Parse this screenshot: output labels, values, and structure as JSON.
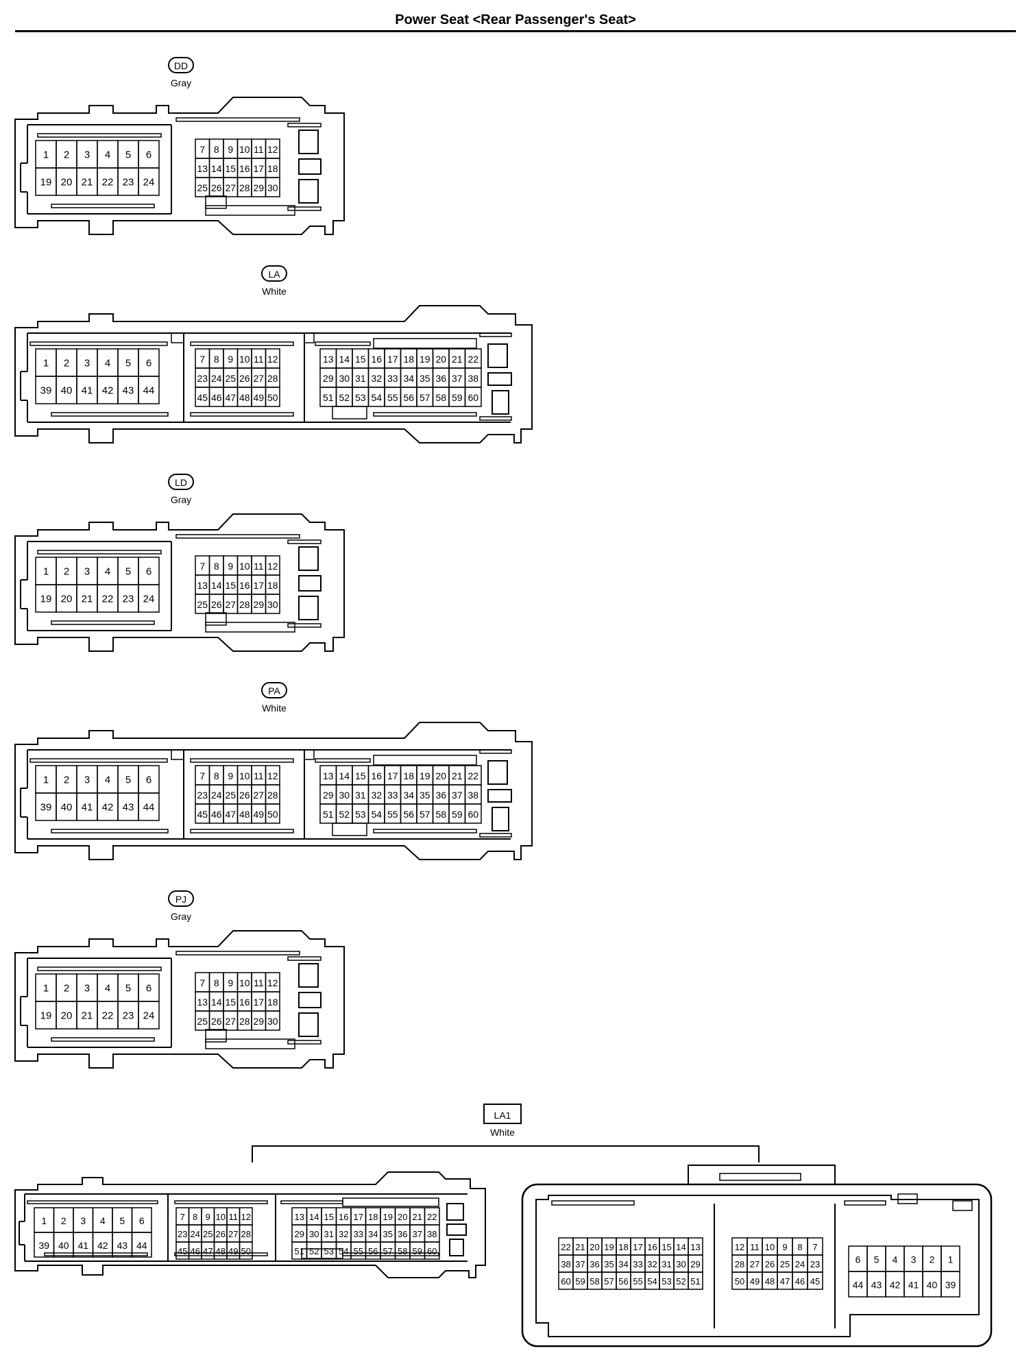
{
  "page": {
    "title": "Power Seat <Rear Passenger's Seat>"
  },
  "connectors": [
    {
      "id": "DD",
      "color": "Gray",
      "type": "30",
      "groups": [
        [
          [
            "1",
            "2",
            "3",
            "4",
            "5",
            "6"
          ],
          [
            "19",
            "20",
            "21",
            "22",
            "23",
            "24"
          ]
        ],
        [
          [
            "7",
            "8",
            "9",
            "10",
            "11",
            "12"
          ],
          [
            "13",
            "14",
            "15",
            "16",
            "17",
            "18"
          ],
          [
            "25",
            "26",
            "27",
            "28",
            "29",
            "30"
          ]
        ]
      ]
    },
    {
      "id": "LA",
      "color": "White",
      "type": "60",
      "groups": [
        [
          [
            "1",
            "2",
            "3",
            "4",
            "5",
            "6"
          ],
          [
            "39",
            "40",
            "41",
            "42",
            "43",
            "44"
          ]
        ],
        [
          [
            "7",
            "8",
            "9",
            "10",
            "11",
            "12"
          ],
          [
            "23",
            "24",
            "25",
            "26",
            "27",
            "28"
          ],
          [
            "45",
            "46",
            "47",
            "48",
            "49",
            "50"
          ]
        ],
        [
          [
            "13",
            "14",
            "15",
            "16",
            "17",
            "18",
            "19",
            "20",
            "21",
            "22"
          ],
          [
            "29",
            "30",
            "31",
            "32",
            "33",
            "34",
            "35",
            "36",
            "37",
            "38"
          ],
          [
            "51",
            "52",
            "53",
            "54",
            "55",
            "56",
            "57",
            "58",
            "59",
            "60"
          ]
        ]
      ]
    },
    {
      "id": "LD",
      "color": "Gray",
      "type": "30",
      "groups": [
        [
          [
            "1",
            "2",
            "3",
            "4",
            "5",
            "6"
          ],
          [
            "19",
            "20",
            "21",
            "22",
            "23",
            "24"
          ]
        ],
        [
          [
            "7",
            "8",
            "9",
            "10",
            "11",
            "12"
          ],
          [
            "13",
            "14",
            "15",
            "16",
            "17",
            "18"
          ],
          [
            "25",
            "26",
            "27",
            "28",
            "29",
            "30"
          ]
        ]
      ]
    },
    {
      "id": "PA",
      "color": "White",
      "type": "60",
      "groups": [
        [
          [
            "1",
            "2",
            "3",
            "4",
            "5",
            "6"
          ],
          [
            "39",
            "40",
            "41",
            "42",
            "43",
            "44"
          ]
        ],
        [
          [
            "7",
            "8",
            "9",
            "10",
            "11",
            "12"
          ],
          [
            "23",
            "24",
            "25",
            "26",
            "27",
            "28"
          ],
          [
            "45",
            "46",
            "47",
            "48",
            "49",
            "50"
          ]
        ],
        [
          [
            "13",
            "14",
            "15",
            "16",
            "17",
            "18",
            "19",
            "20",
            "21",
            "22"
          ],
          [
            "29",
            "30",
            "31",
            "32",
            "33",
            "34",
            "35",
            "36",
            "37",
            "38"
          ],
          [
            "51",
            "52",
            "53",
            "54",
            "55",
            "56",
            "57",
            "58",
            "59",
            "60"
          ]
        ]
      ]
    },
    {
      "id": "PJ",
      "color": "Gray",
      "type": "30",
      "groups": [
        [
          [
            "1",
            "2",
            "3",
            "4",
            "5",
            "6"
          ],
          [
            "19",
            "20",
            "21",
            "22",
            "23",
            "24"
          ]
        ],
        [
          [
            "7",
            "8",
            "9",
            "10",
            "11",
            "12"
          ],
          [
            "13",
            "14",
            "15",
            "16",
            "17",
            "18"
          ],
          [
            "25",
            "26",
            "27",
            "28",
            "29",
            "30"
          ]
        ]
      ]
    }
  ],
  "la1": {
    "id": "LA1",
    "color": "White",
    "male_groups": [
      [
        [
          "1",
          "2",
          "3",
          "4",
          "5",
          "6"
        ],
        [
          "39",
          "40",
          "41",
          "42",
          "43",
          "44"
        ]
      ],
      [
        [
          "7",
          "8",
          "9",
          "10",
          "11",
          "12"
        ],
        [
          "23",
          "24",
          "25",
          "26",
          "27",
          "28"
        ],
        [
          "45",
          "46",
          "47",
          "48",
          "49",
          "50"
        ]
      ],
      [
        [
          "13",
          "14",
          "15",
          "16",
          "17",
          "18",
          "19",
          "20",
          "21",
          "22"
        ],
        [
          "29",
          "30",
          "31",
          "32",
          "33",
          "34",
          "35",
          "36",
          "37",
          "38"
        ],
        [
          "51",
          "52",
          "53",
          "54",
          "55",
          "56",
          "57",
          "58",
          "59",
          "60"
        ]
      ]
    ],
    "female_groups": [
      [
        [
          "22",
          "21",
          "20",
          "19",
          "18",
          "17",
          "16",
          "15",
          "14",
          "13"
        ],
        [
          "38",
          "37",
          "36",
          "35",
          "34",
          "33",
          "32",
          "31",
          "30",
          "29"
        ],
        [
          "60",
          "59",
          "58",
          "57",
          "56",
          "55",
          "54",
          "53",
          "52",
          "51"
        ]
      ],
      [
        [
          "12",
          "11",
          "10",
          "9",
          "8",
          "7"
        ],
        [
          "28",
          "27",
          "26",
          "25",
          "24",
          "23"
        ],
        [
          "50",
          "49",
          "48",
          "47",
          "46",
          "45"
        ]
      ],
      [
        [
          "6",
          "5",
          "4",
          "3",
          "2",
          "1"
        ],
        [
          "44",
          "43",
          "42",
          "41",
          "40",
          "39"
        ]
      ]
    ]
  }
}
